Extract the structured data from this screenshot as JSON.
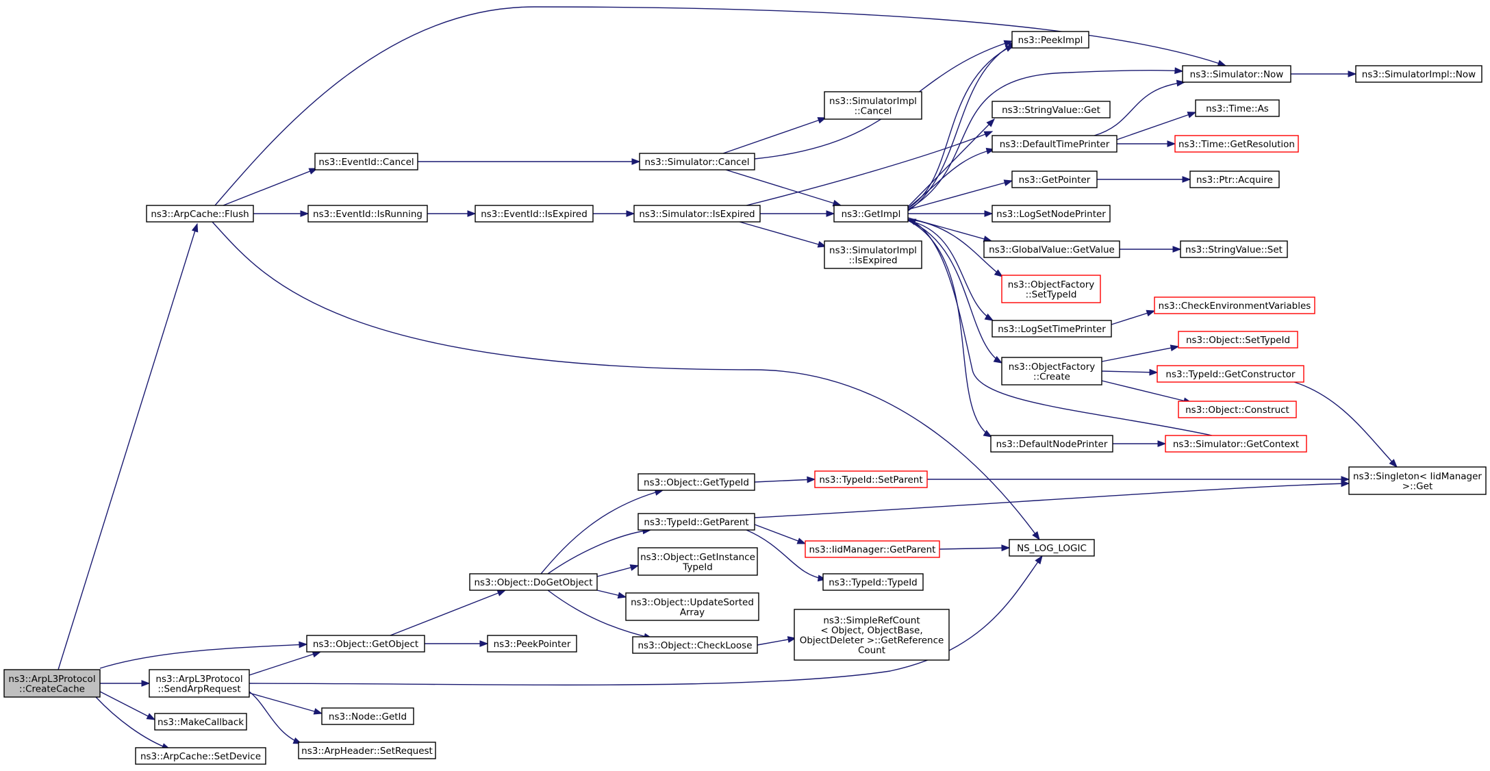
{
  "nodes": [
    {
      "id": "createcache",
      "lines": [
        "ns3::ArpL3Protocol",
        "::CreateCache"
      ],
      "root": true
    },
    {
      "id": "flush",
      "lines": [
        "ns3::ArpCache::Flush"
      ]
    },
    {
      "id": "getobject",
      "lines": [
        "ns3::Object::GetObject"
      ]
    },
    {
      "id": "sendarp",
      "lines": [
        "ns3::ArpL3Protocol",
        "::SendArpRequest"
      ]
    },
    {
      "id": "makecallback",
      "lines": [
        "ns3::MakeCallback"
      ]
    },
    {
      "id": "setdevice",
      "lines": [
        "ns3::ArpCache::SetDevice"
      ]
    },
    {
      "id": "evcancel",
      "lines": [
        "ns3::EventId::Cancel"
      ]
    },
    {
      "id": "evisrunning",
      "lines": [
        "ns3::EventId::IsRunning"
      ]
    },
    {
      "id": "evisexpired",
      "lines": [
        "ns3::EventId::IsExpired"
      ]
    },
    {
      "id": "simcancel",
      "lines": [
        "ns3::Simulator::Cancel"
      ]
    },
    {
      "id": "simisexpired",
      "lines": [
        "ns3::Simulator::IsExpired"
      ]
    },
    {
      "id": "simimplcancel",
      "lines": [
        "ns3::SimulatorImpl",
        "::Cancel"
      ]
    },
    {
      "id": "simimplisexpired",
      "lines": [
        "ns3::SimulatorImpl",
        "::IsExpired"
      ]
    },
    {
      "id": "getimpl",
      "lines": [
        "ns3::GetImpl"
      ]
    },
    {
      "id": "peekimpl",
      "lines": [
        "ns3::PeekImpl"
      ]
    },
    {
      "id": "simnow",
      "lines": [
        "ns3::Simulator::Now"
      ]
    },
    {
      "id": "simimplnow",
      "lines": [
        "ns3::SimulatorImpl::Now"
      ]
    },
    {
      "id": "strget",
      "lines": [
        "ns3::StringValue::Get"
      ]
    },
    {
      "id": "deftimeprinter",
      "lines": [
        "ns3::DefaultTimePrinter"
      ]
    },
    {
      "id": "timeas",
      "lines": [
        "ns3::Time::As"
      ]
    },
    {
      "id": "timegetres",
      "lines": [
        "ns3::Time::GetResolution"
      ],
      "red": true
    },
    {
      "id": "getpointer",
      "lines": [
        "ns3::GetPointer"
      ]
    },
    {
      "id": "ptracquire",
      "lines": [
        "ns3::Ptr::Acquire"
      ]
    },
    {
      "id": "logsetnode",
      "lines": [
        "ns3::LogSetNodePrinter"
      ]
    },
    {
      "id": "gvgetvalue",
      "lines": [
        "ns3::GlobalValue::GetValue"
      ]
    },
    {
      "id": "strset",
      "lines": [
        "ns3::StringValue::Set"
      ]
    },
    {
      "id": "ofsettypeid",
      "lines": [
        "ns3::ObjectFactory",
        "::SetTypeId"
      ],
      "red": true
    },
    {
      "id": "checkenv",
      "lines": [
        "ns3::CheckEnvironmentVariables"
      ],
      "red": true
    },
    {
      "id": "logsettime",
      "lines": [
        "ns3::LogSetTimePrinter"
      ]
    },
    {
      "id": "objsettypeid",
      "lines": [
        "ns3::Object::SetTypeId"
      ],
      "red": true
    },
    {
      "id": "ofcreate",
      "lines": [
        "ns3::ObjectFactory",
        "::Create"
      ]
    },
    {
      "id": "tidgetctor",
      "lines": [
        "ns3::TypeId::GetConstructor"
      ],
      "red": true
    },
    {
      "id": "objconstruct",
      "lines": [
        "ns3::Object::Construct"
      ],
      "red": true
    },
    {
      "id": "defnodeprinter",
      "lines": [
        "ns3::DefaultNodePrinter"
      ]
    },
    {
      "id": "simgetcontext",
      "lines": [
        "ns3::Simulator::GetContext"
      ],
      "red": true
    },
    {
      "id": "singleton",
      "lines": [
        "ns3::Singleton< IidManager",
        " >::Get"
      ]
    },
    {
      "id": "objgettypeid",
      "lines": [
        "ns3::Object::GetTypeId"
      ]
    },
    {
      "id": "tidsetparent",
      "lines": [
        "ns3::TypeId::SetParent"
      ],
      "red": true
    },
    {
      "id": "tidgetparent",
      "lines": [
        "ns3::TypeId::GetParent"
      ]
    },
    {
      "id": "iidgetparent",
      "lines": [
        "ns3::IidManager::GetParent"
      ],
      "red": true
    },
    {
      "id": "nslog",
      "lines": [
        "NS_LOG_LOGIC"
      ]
    },
    {
      "id": "dogetobject",
      "lines": [
        "ns3::Object::DoGetObject"
      ]
    },
    {
      "id": "getinstance",
      "lines": [
        "ns3::Object::GetInstance",
        "TypeId"
      ]
    },
    {
      "id": "tidtypeid",
      "lines": [
        "ns3::TypeId::TypeId"
      ]
    },
    {
      "id": "updatesorted",
      "lines": [
        "ns3::Object::UpdateSorted",
        "Array"
      ]
    },
    {
      "id": "checkloose",
      "lines": [
        "ns3::Object::CheckLoose"
      ]
    },
    {
      "id": "simplerefcount",
      "lines": [
        "ns3::SimpleRefCount",
        "< Object, ObjectBase,",
        " ObjectDeleter >::GetReference",
        "Count"
      ]
    },
    {
      "id": "peekpointer",
      "lines": [
        "ns3::PeekPointer"
      ]
    },
    {
      "id": "nodegetid",
      "lines": [
        "ns3::Node::GetId"
      ]
    },
    {
      "id": "arpsetrequest",
      "lines": [
        "ns3::ArpHeader::SetRequest"
      ]
    }
  ]
}
